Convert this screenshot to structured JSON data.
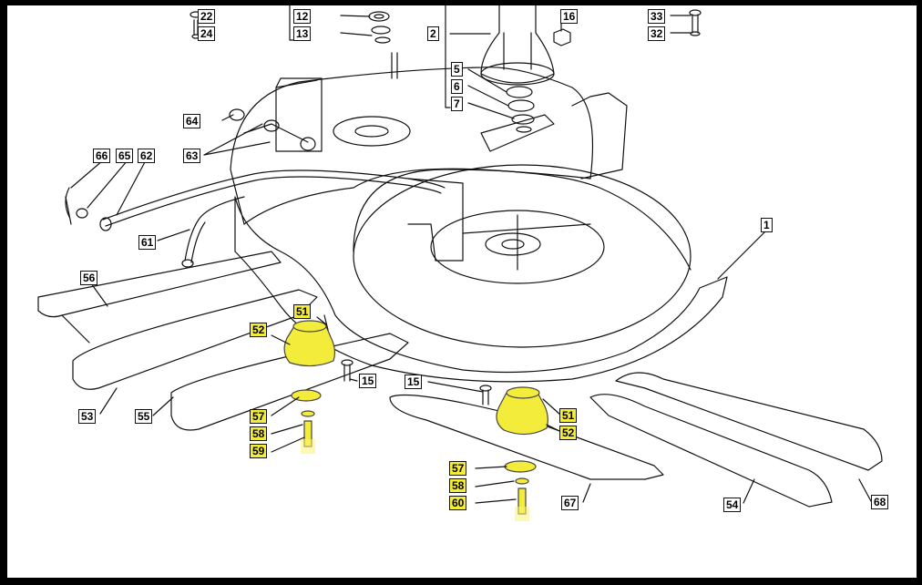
{
  "colors": {
    "highlight": "#f4ec3a",
    "highlight_glow": "#fbf27a",
    "line": "#111111",
    "background": "#ffffff",
    "border": "#000000"
  },
  "callouts": [
    {
      "id": "c22",
      "text": "22",
      "highlighted": false
    },
    {
      "id": "c24",
      "text": "24",
      "highlighted": false
    },
    {
      "id": "c12",
      "text": "12",
      "highlighted": false
    },
    {
      "id": "c13",
      "text": "13",
      "highlighted": false
    },
    {
      "id": "c2",
      "text": "2",
      "highlighted": false
    },
    {
      "id": "c16",
      "text": "16",
      "highlighted": false
    },
    {
      "id": "c33",
      "text": "33",
      "highlighted": false
    },
    {
      "id": "c32",
      "text": "32",
      "highlighted": false
    },
    {
      "id": "c5",
      "text": "5",
      "highlighted": false
    },
    {
      "id": "c6",
      "text": "6",
      "highlighted": false
    },
    {
      "id": "c7",
      "text": "7",
      "highlighted": false
    },
    {
      "id": "c64",
      "text": "64",
      "highlighted": false
    },
    {
      "id": "c63",
      "text": "63",
      "highlighted": false
    },
    {
      "id": "c66",
      "text": "66",
      "highlighted": false
    },
    {
      "id": "c65",
      "text": "65",
      "highlighted": false
    },
    {
      "id": "c62",
      "text": "62",
      "highlighted": false
    },
    {
      "id": "c61",
      "text": "61",
      "highlighted": false
    },
    {
      "id": "c1",
      "text": "1",
      "highlighted": false
    },
    {
      "id": "c56",
      "text": "56",
      "highlighted": false
    },
    {
      "id": "c51a",
      "text": "51",
      "highlighted": true
    },
    {
      "id": "c52a",
      "text": "52",
      "highlighted": true
    },
    {
      "id": "c15a",
      "text": "15",
      "highlighted": false
    },
    {
      "id": "c15b",
      "text": "15",
      "highlighted": false
    },
    {
      "id": "c53",
      "text": "53",
      "highlighted": false
    },
    {
      "id": "c55",
      "text": "55",
      "highlighted": false
    },
    {
      "id": "c57a",
      "text": "57",
      "highlighted": true
    },
    {
      "id": "c58a",
      "text": "58",
      "highlighted": true
    },
    {
      "id": "c59",
      "text": "59",
      "highlighted": true
    },
    {
      "id": "c51b",
      "text": "51",
      "highlighted": true
    },
    {
      "id": "c52b",
      "text": "52",
      "highlighted": true
    },
    {
      "id": "c57b",
      "text": "57",
      "highlighted": true
    },
    {
      "id": "c58b",
      "text": "58",
      "highlighted": true
    },
    {
      "id": "c60",
      "text": "60",
      "highlighted": true
    },
    {
      "id": "c67",
      "text": "67",
      "highlighted": false
    },
    {
      "id": "c54",
      "text": "54",
      "highlighted": false
    },
    {
      "id": "c68",
      "text": "68",
      "highlighted": false
    }
  ]
}
